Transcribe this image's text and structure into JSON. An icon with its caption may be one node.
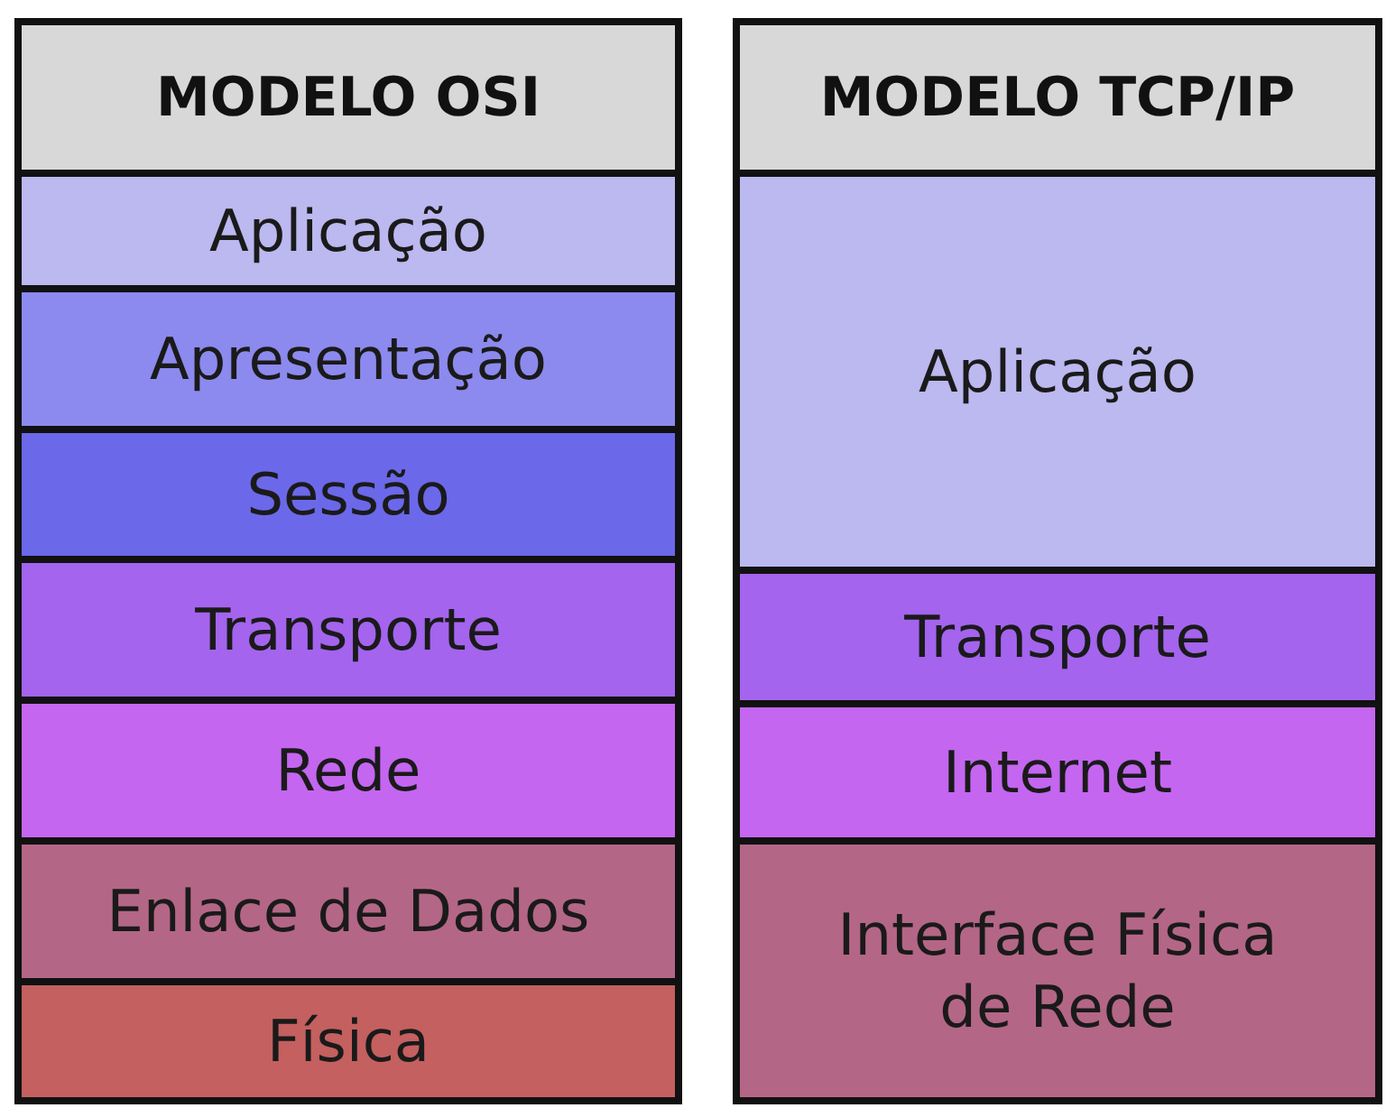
{
  "diagram": {
    "nodes": [
      {
        "text": [
          "MODELO OSI"
        ]
      },
      {
        "text": [
          "Aplicação"
        ],
        "in": 0
      },
      {
        "text": [
          "Apresentação"
        ],
        "in": 0
      },
      {
        "text": [
          "Sessão"
        ],
        "in": 0
      },
      {
        "text": [
          "Transporte"
        ],
        "in": 0
      },
      {
        "text": [
          "Rede"
        ],
        "in": 0
      },
      {
        "text": [
          "Enlace de Dados"
        ],
        "in": 0
      },
      {
        "text": [
          "Física"
        ],
        "in": 0
      },
      {
        "text": [
          "MODELO TCP/IP"
        ]
      },
      {
        "text": [
          "Aplicação"
        ],
        "in": 8
      },
      {
        "text": [
          "Transporte"
        ],
        "in": 8
      },
      {
        "text": [
          "Internet"
        ],
        "in": 8
      },
      {
        "text": [
          "Interface Física de Rede"
        ],
        "in": 8
      }
    ]
  }
}
